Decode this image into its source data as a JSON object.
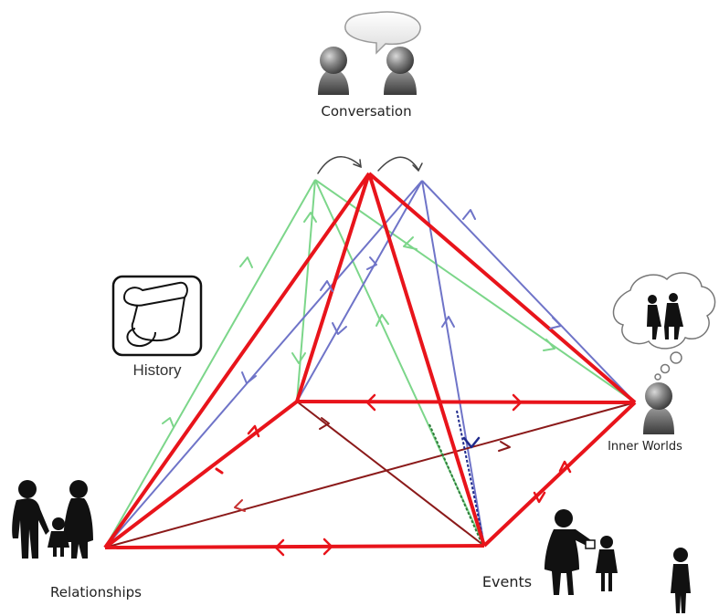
{
  "labels": {
    "conversation": "Conversation",
    "history": "History",
    "inner_worlds": "Inner Worlds",
    "relationships": "Relationships",
    "events": "Events"
  },
  "icons": {
    "conversation": "two-people-speech-bubble-icon",
    "history": "scroll-icon",
    "inner_worlds": "person-thought-bubble-icon",
    "relationships": "family-silhouette-icon",
    "events": "woman-gift-child-silhouette-icon",
    "extra": "child-silhouette-icon"
  },
  "colors": {
    "red": "#e8141b",
    "dark_red": "#8b1a1a",
    "green": "#7cd68a",
    "blue": "#6f74c8",
    "dark_blue": "#1f2a8c",
    "figure": "#111111"
  }
}
